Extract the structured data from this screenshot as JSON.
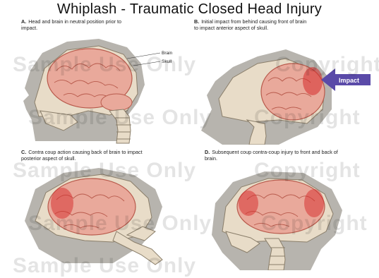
{
  "title": "Whiplash - Traumatic Closed Head Injury",
  "panels": [
    {
      "letter": "A.",
      "text": "Head and brain in neutral position prior to impact."
    },
    {
      "letter": "B.",
      "text": "Initial impact from behind causing front of brain to impact anterior aspect of skull."
    },
    {
      "letter": "C.",
      "text": "Contra coup action causing back of brain to impact posterior aspect of skull."
    },
    {
      "letter": "D.",
      "text": "Subsequent coup contra-coup injury to front and back of brain."
    }
  ],
  "labels": {
    "brain": "Brain",
    "skull": "Skull",
    "impact": "Impact"
  },
  "watermark": {
    "sample": "Sample Use Only",
    "copyright": "Copyright"
  },
  "colors": {
    "brain": "#e9a99b",
    "brain_dark": "#b85a4c",
    "bruise": "#d62a2a",
    "skull": "#e8dcc8",
    "skin": "#b7b4ae",
    "impact_arrow": "#5a4aa8"
  }
}
